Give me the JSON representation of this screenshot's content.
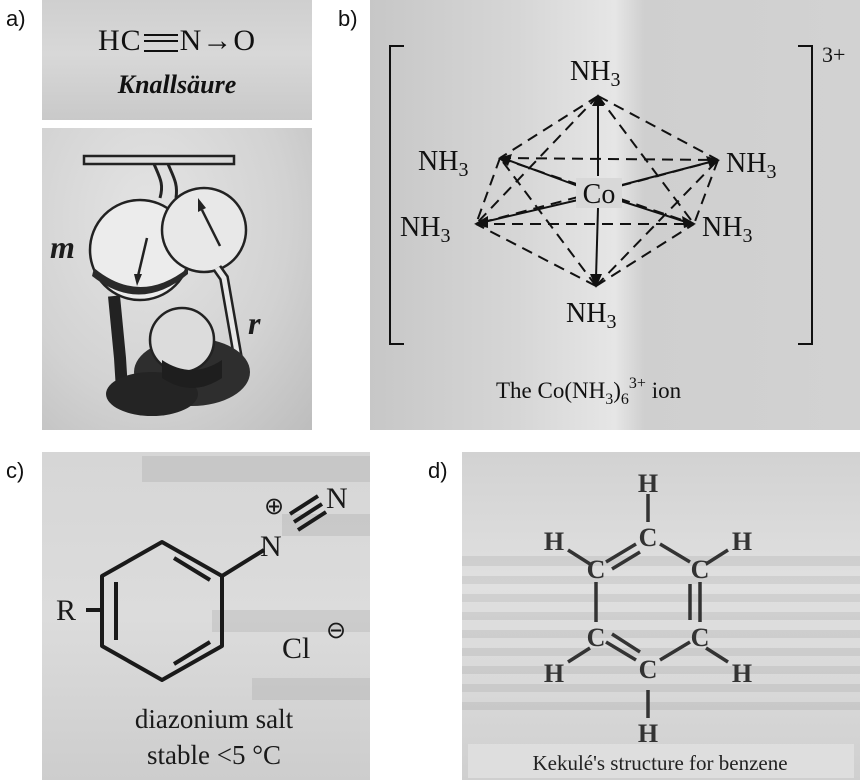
{
  "labels": {
    "a": "a)",
    "b": "b)",
    "c": "c)",
    "d": "d)"
  },
  "panel_a": {
    "formula_hc": "HC",
    "formula_n": "N",
    "formula_arrow": "→",
    "formula_o": "O",
    "name": "Knallsäure",
    "label_m": "m",
    "label_r": "r"
  },
  "panel_b": {
    "charge": "3+",
    "center": "Co",
    "ligand": "NH",
    "ligand_sub": "3",
    "caption_pre": "The Co(NH",
    "caption_sub3": "3",
    "caption_paren": ")",
    "caption_sub6": "6",
    "caption_sup": "3+",
    "caption_post": " ion"
  },
  "panel_c": {
    "r_group": "R",
    "n_plus": "⊕",
    "n1": "N",
    "n2": "N",
    "chloride": "Cl",
    "chloride_minus": "⊖",
    "caption_line1": "diazonium salt",
    "caption_line2": "stable <5 °C"
  },
  "panel_d": {
    "atom_c": "C",
    "atom_h": "H",
    "caption": "Kekulé's structure for benzene"
  }
}
